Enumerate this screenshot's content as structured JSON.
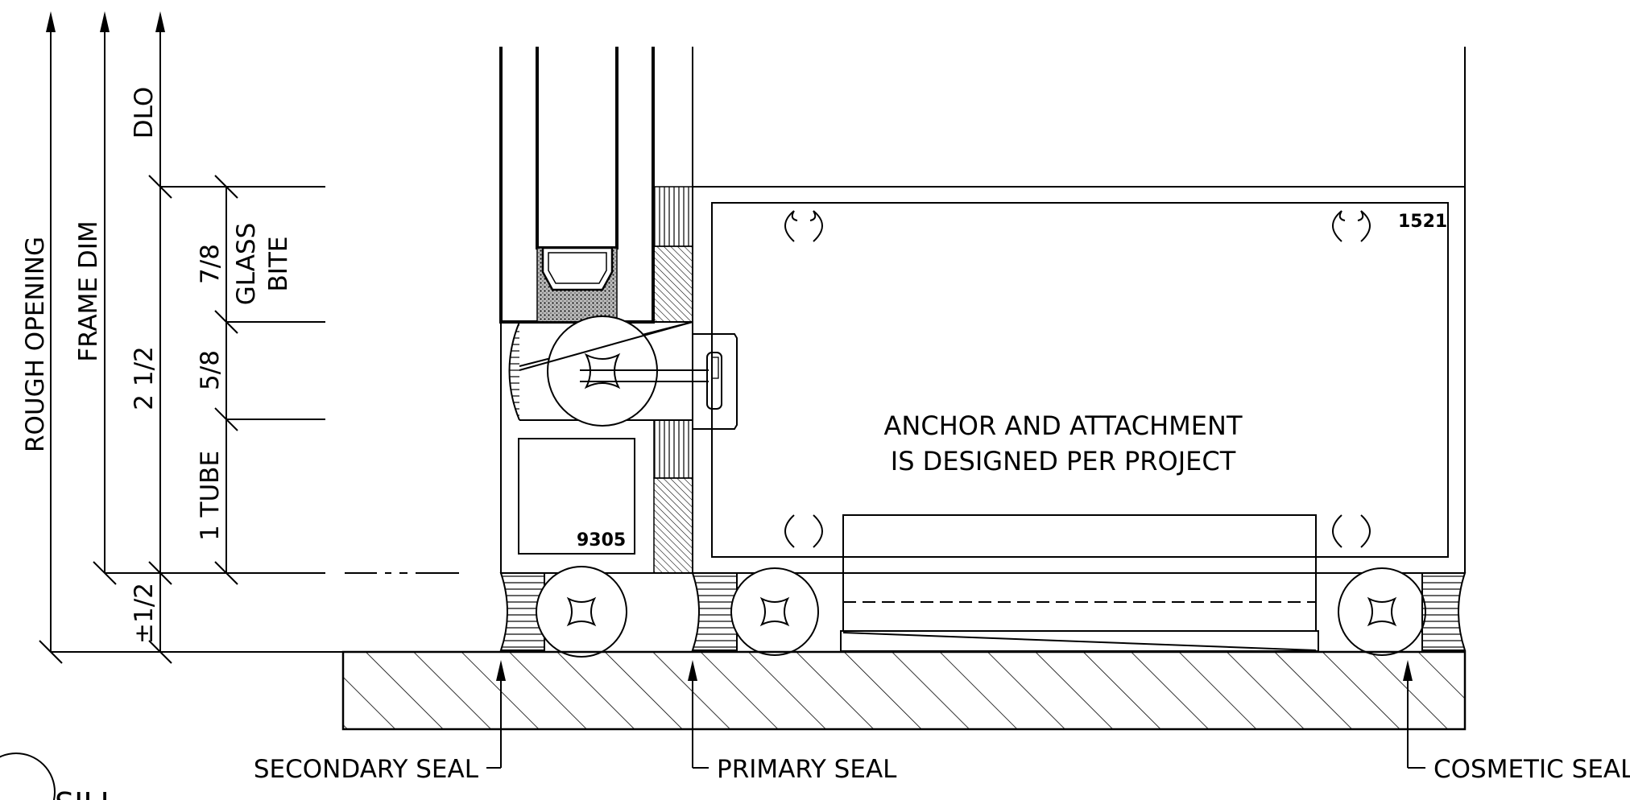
{
  "dimensions": {
    "rough_opening": "ROUGH OPENING",
    "frame_dim": "FRAME DIM",
    "dlo": "DLO",
    "two_half": "2 1/2",
    "seven_eighths": "7/8",
    "five_eighths": "5/8",
    "one_tube": "1 TUBE",
    "glass_bite_1": "GLASS",
    "glass_bite_2": "BITE",
    "plus_minus_half": "±1/2"
  },
  "parts": {
    "part_1521": "1521",
    "part_9305": "9305"
  },
  "notes": {
    "anchor_line1": "ANCHOR AND ATTACHMENT",
    "anchor_line2": "IS DESIGNED PER PROJECT"
  },
  "callouts": {
    "secondary_seal": "SECONDARY SEAL",
    "primary_seal": "PRIMARY SEAL",
    "cosmetic_seal": "COSMETIC SEAL"
  },
  "title": {
    "detail_title": "SILL"
  }
}
